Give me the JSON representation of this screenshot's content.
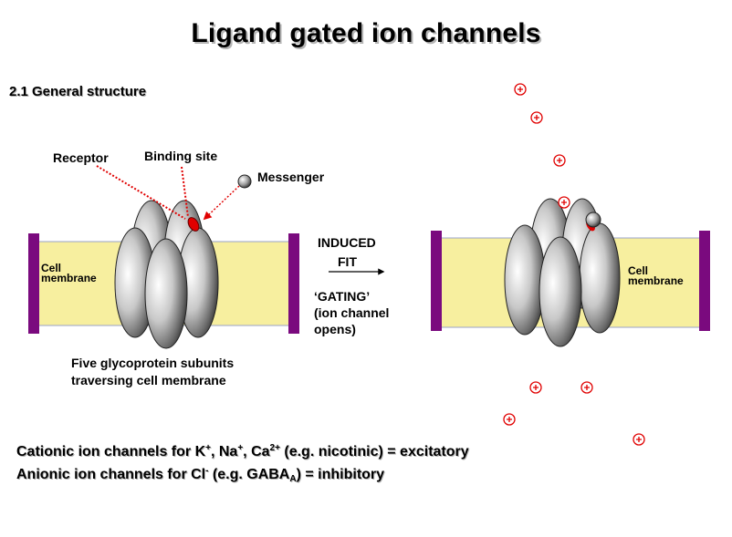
{
  "title": "Ligand gated ion channels",
  "section_heading": "2.1  General structure",
  "labels": {
    "receptor": "Receptor",
    "binding_site": "Binding site",
    "messenger": "Messenger",
    "cell_membrane_left_1": "Cell",
    "cell_membrane_left_2": "membrane",
    "cell_membrane_right_1": "Cell",
    "cell_membrane_right_2": "membrane",
    "induced": "INDUCED",
    "fit": "FIT",
    "gating_1": "‘GATING’",
    "gating_2": "(ion channel",
    "gating_3": "opens)",
    "subunits_1": "Five glycoprotein subunits",
    "subunits_2": "traversing cell membrane"
  },
  "footer": {
    "line1_a": "Cationic ion channels for K",
    "line1_sup1": "+",
    "line1_b": ", Na",
    "line1_sup2": "+",
    "line1_c": ", Ca",
    "line1_sup3": "2+",
    "line1_d": " (e.g. nicotinic) = excitatory",
    "line2_a": "Anionic ion channels for Cl",
    "line2_sup": "-",
    "line2_b": " (e.g. GABA",
    "line2_sub": "A",
    "line2_c": ") = inhibitory"
  },
  "ion_symbol": "+",
  "colors": {
    "membrane": "#f7ef9f",
    "membrane_edge": "#7a0a7e",
    "binding_site": "#e00000",
    "ion": "#e00000",
    "pointer": "#e00000"
  }
}
